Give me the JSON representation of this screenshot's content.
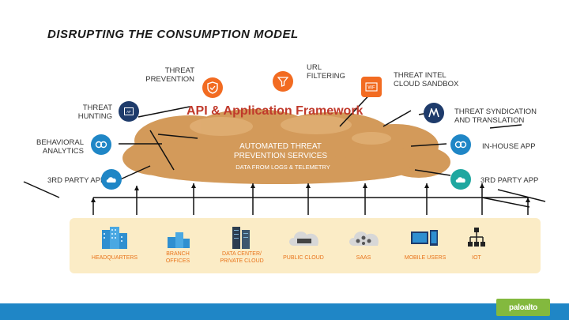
{
  "title": "DISRUPTING THE CONSUMPTION MODEL",
  "top_labels": {
    "threat_prevention": [
      "THREAT",
      "PREVENTION"
    ],
    "url_filtering": [
      "URL",
      "FILTERING"
    ],
    "threat_intel": [
      "THREAT INTEL",
      "CLOUD SANDBOX"
    ]
  },
  "left_labels": {
    "threat_hunting": [
      "THREAT",
      "HUNTING"
    ],
    "behavioral_analytics": [
      "BEHAVIORAL",
      "ANALYTICS"
    ],
    "third_party_left": "3rd PARTY APP"
  },
  "right_labels": {
    "threat_syndication": [
      "THREAT SYNDICATION",
      "AND TRANSLATION"
    ],
    "in_house_app": "IN-HOUSE APP",
    "third_party_right": "3rd PARTY APP"
  },
  "framework_title": "API & Application Framework",
  "cloud": {
    "services": [
      "AUTOMATED THREAT",
      "PREVENTION SERVICES"
    ],
    "data": "DATA FROM LOGS & TELEMETRY"
  },
  "endpoints": [
    {
      "label": [
        "HEADQUARTERS"
      ],
      "icon": "buildings-icon"
    },
    {
      "label": [
        "BRANCH",
        "OFFICES"
      ],
      "icon": "branch-buildings-icon"
    },
    {
      "label": [
        "DATA CENTER/",
        "PRIVATE CLOUD"
      ],
      "icon": "server-rack-icon"
    },
    {
      "label": [
        "PUBLIC CLOUD"
      ],
      "icon": "public-cloud-icon"
    },
    {
      "label": [
        "SAAS"
      ],
      "icon": "saas-cloud-icon"
    },
    {
      "label": [
        "MOBILE USERS"
      ],
      "icon": "mobile-devices-icon"
    },
    {
      "label": [
        "IOT"
      ],
      "icon": "iot-network-icon"
    }
  ],
  "brand": "paloalto",
  "colors": {
    "orange": "#f26b21",
    "navy": "#1e3b6b",
    "blue": "#1f86c6",
    "tan_panel": "#fbecc6",
    "cloud": "#d39a5a",
    "framework_text": "#c0392b"
  }
}
